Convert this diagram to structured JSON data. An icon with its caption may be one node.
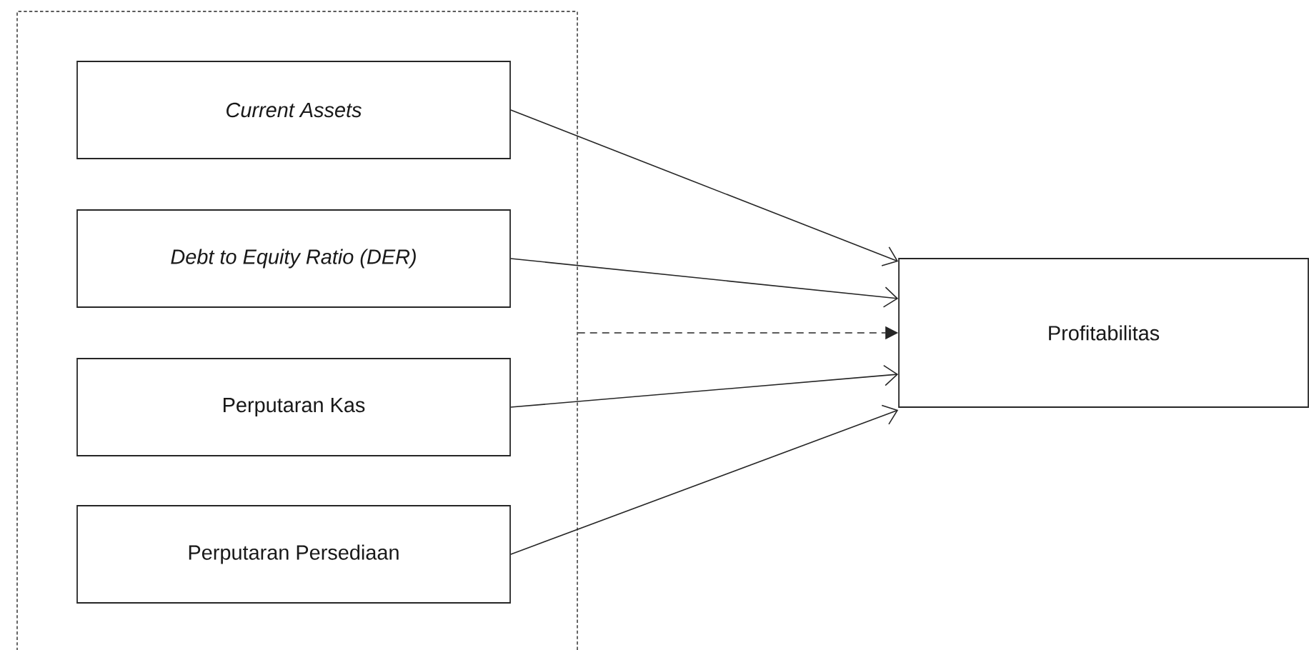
{
  "diagram": {
    "nodes": [
      {
        "text": [],
        "shape": "box"
      },
      {
        "text": [
          "Current Assets"
        ],
        "in": 0
      },
      {
        "text": [
          "Debt to Equity Ratio (DER)"
        ],
        "in": 0
      },
      {
        "text": [
          "Perputaran Kas"
        ],
        "in": 0
      },
      {
        "text": [
          "Perputaran Persediaan"
        ],
        "in": 0
      },
      {
        "text": [
          "Profitabilitas"
        ]
      }
    ],
    "edges": [
      {
        "from": 1,
        "to": 5,
        "arrow": "to"
      },
      {
        "from": 2,
        "to": 5,
        "arrow": "to"
      },
      {
        "from": 0,
        "to": 5,
        "arrow": "to",
        "style": "dashed"
      },
      {
        "from": 3,
        "to": 5,
        "arrow": "to"
      },
      {
        "from": 4,
        "to": 5,
        "arrow": "to"
      }
    ]
  }
}
